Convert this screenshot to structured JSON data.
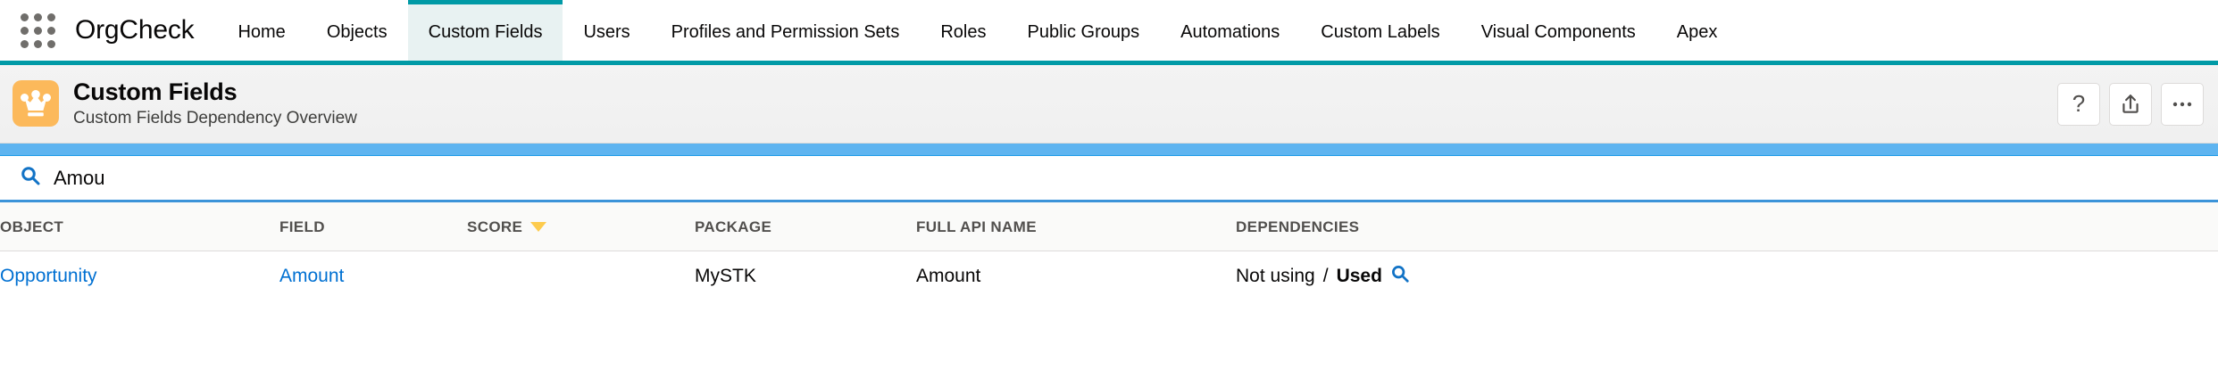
{
  "nav": {
    "app_launcher_icon": "waffle-grid-icon",
    "brand": "OrgCheck",
    "items": [
      {
        "label": "Home",
        "active": false
      },
      {
        "label": "Objects",
        "active": false
      },
      {
        "label": "Custom Fields",
        "active": true
      },
      {
        "label": "Users",
        "active": false
      },
      {
        "label": "Profiles and Permission Sets",
        "active": false
      },
      {
        "label": "Roles",
        "active": false
      },
      {
        "label": "Public Groups",
        "active": false
      },
      {
        "label": "Automations",
        "active": false
      },
      {
        "label": "Custom Labels",
        "active": false
      },
      {
        "label": "Visual Components",
        "active": false
      },
      {
        "label": "Apex",
        "active": false
      }
    ],
    "accent_color": "#009aa6"
  },
  "header": {
    "icon_name": "crown-icon",
    "icon_bg_color": "#fcb95b",
    "title": "Custom Fields",
    "subtitle": "Custom Fields Dependency Overview",
    "actions": [
      {
        "name": "help-button",
        "label": "?"
      },
      {
        "name": "export-button",
        "label": ""
      },
      {
        "name": "more-button",
        "label": ""
      }
    ]
  },
  "search": {
    "icon_name": "search-icon",
    "value": "Amou",
    "placeholder": "Search...",
    "accent_color": "#3b93d9",
    "strip_color": "#5eb4f0"
  },
  "table": {
    "columns": [
      {
        "label": "OBJECT",
        "sorted": false
      },
      {
        "label": "FIELD",
        "sorted": false
      },
      {
        "label": "SCORE",
        "sorted": true,
        "sort_dir": "desc",
        "sort_color": "#fdcb4d"
      },
      {
        "label": "PACKAGE",
        "sorted": false
      },
      {
        "label": "FULL API NAME",
        "sorted": false
      },
      {
        "label": "DEPENDENCIES",
        "sorted": false
      }
    ],
    "rows": [
      {
        "object": "Opportunity",
        "field": "Amount",
        "score": "",
        "package": "MySTK",
        "full_api_name": "Amount",
        "dependencies_not_using": "Not using",
        "dependencies_separator": "/",
        "dependencies_used": "Used",
        "dependencies_icon": "search-icon"
      }
    ]
  }
}
